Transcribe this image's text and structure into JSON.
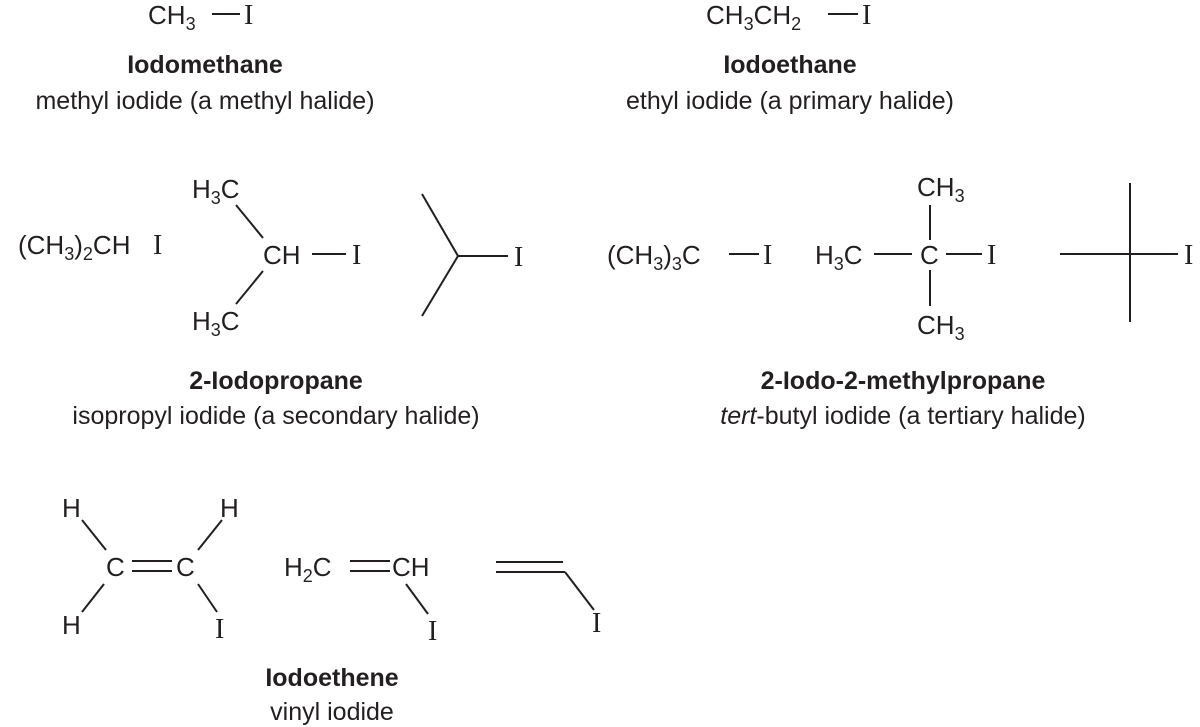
{
  "iodomethane": {
    "formula": {
      "pre": "CH",
      "sub": "3"
    },
    "iodine": "I",
    "name": "Iodomethane",
    "common": "methyl iodide (a methyl halide)"
  },
  "iodoethane": {
    "formula": {
      "a": "CH",
      "a_sub": "3",
      "b": "CH",
      "b_sub": "2"
    },
    "iodine": "I",
    "name": "Iodoethane",
    "common": "ethyl iodide (a primary halide)"
  },
  "iodopropane": {
    "condensed": {
      "a": "(CH",
      "a_sub": "3",
      "b": ")",
      "b_sub": "2",
      "c": "CH"
    },
    "condensed_iodine": "I",
    "methyl_top": {
      "h": "H",
      "h_sub": "3",
      "c": "C"
    },
    "methyl_bottom": {
      "h": "H",
      "h_sub": "3",
      "c": "C"
    },
    "center": "CH",
    "iodine": "I",
    "skeletal_iodine": "I",
    "name": "2-Iodopropane",
    "common": "isopropyl iodide (a secondary halide)"
  },
  "methylpropane": {
    "condensed": {
      "a": "(CH",
      "a_sub": "3",
      "b": ")",
      "b_sub": "3",
      "c": "C"
    },
    "condensed_iodine": "I",
    "left_methyl": {
      "h": "H",
      "h_sub": "3",
      "c": "C"
    },
    "top_methyl": {
      "c": "CH",
      "sub": "3"
    },
    "bottom_methyl": {
      "c": "CH",
      "sub": "3"
    },
    "center": "C",
    "iodine": "I",
    "skeletal_iodine": "I",
    "name": "2-Iodo-2-methylpropane",
    "common_prefix": "tert",
    "common_rest": "-butyl iodide (a tertiary halide)"
  },
  "iodoethene": {
    "h_top_left": "H",
    "h_top_right": "H",
    "h_bottom_left": "H",
    "c_left": "C",
    "c_right": "C",
    "iodine": "I",
    "condensed": {
      "a": "H",
      "a_sub": "2",
      "b": "C",
      "c": "CH"
    },
    "condensed_iodine": "I",
    "skeletal_iodine": "I",
    "name": "Iodoethene",
    "common": "vinyl iodide"
  }
}
